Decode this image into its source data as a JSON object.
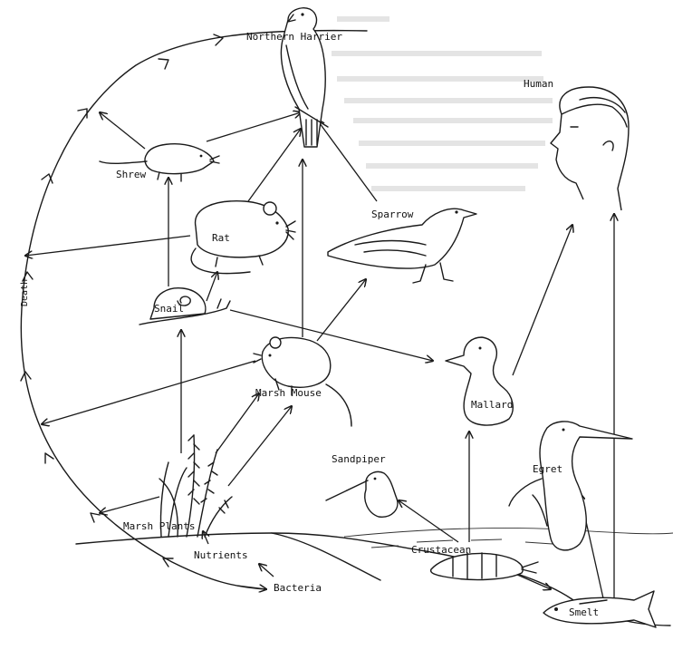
{
  "diagram": {
    "organisms": {
      "northern_harrier": "Northern Harrier",
      "human": "Human",
      "shrew": "Shrew",
      "rat": "Rat",
      "sparrow": "Sparrow",
      "snail": "Snail",
      "marsh_mouse": "Marsh Mouse",
      "mallard": "Mallard",
      "sandpiper": "Sandpiper",
      "egret": "Egret",
      "marsh_plants": "Marsh Plants",
      "crustacean": "Crustacean",
      "nutrients": "Nutrients",
      "bacteria": "Bacteria",
      "smelt": "Smelt"
    },
    "cycle_label": "Death",
    "links": [
      {
        "from": "Shrew",
        "to": "Northern Harrier"
      },
      {
        "from": "Rat",
        "to": "Northern Harrier"
      },
      {
        "from": "Sparrow",
        "to": "Northern Harrier"
      },
      {
        "from": "Marsh Mouse",
        "to": "Northern Harrier"
      },
      {
        "from": "Snail",
        "to": "Shrew"
      },
      {
        "from": "Snail",
        "to": "Rat"
      },
      {
        "from": "Snail",
        "to": "Mallard"
      },
      {
        "from": "Marsh Mouse",
        "to": "Sparrow"
      },
      {
        "from": "Marsh Plants",
        "to": "Snail"
      },
      {
        "from": "Marsh Plants",
        "to": "Marsh Mouse"
      },
      {
        "from": "Crustacean",
        "to": "Mallard"
      },
      {
        "from": "Crustacean",
        "to": "Sandpiper"
      },
      {
        "from": "Crustacean",
        "to": "Smelt"
      },
      {
        "from": "Mallard",
        "to": "Human"
      },
      {
        "from": "Smelt",
        "to": "Human"
      },
      {
        "from": "Smelt",
        "to": "Egret"
      },
      {
        "from": "Bacteria",
        "to": "Nutrients"
      },
      {
        "from": "Nutrients",
        "to": "Marsh Plants"
      }
    ]
  }
}
